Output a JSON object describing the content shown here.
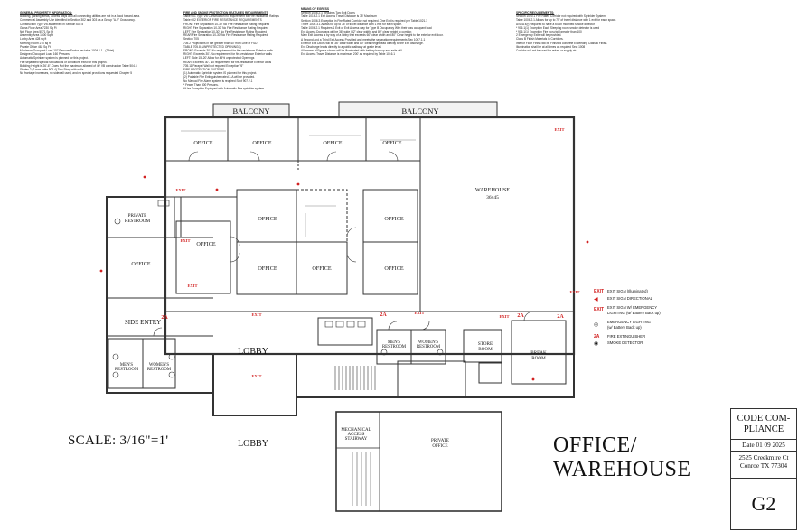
{
  "notes": {
    "general": {
      "heading": "GENERAL PROPERTY INFORMATION:",
      "lines": [
        "Building, parking areas, access ways and all connecting utilities are not in a flood hazard area.",
        "Commercial Assembly Use identified in Section 302 and 303 as a Group \"A-2\" Occupancy.",
        "Construction Type VB as defined in Section 602.5",
        "Gross Floor Area 7230 Sq Ft",
        "Net Floor Area 5571 Sq Ft",
        "Assembly Area 1600 SqFt",
        "Lobby Area 428 sq ft",
        "Meeting Room 270 sq ft",
        "Private Office 462 Sq Ft",
        "Maximum Occupant Load 107 Persons Factor per table 1004.1.1 - (7 Net)",
        "Designed Occupant Load 160 Persons",
        "Automatic Sprinkler system is planned for this project.",
        "Fire separated special stipulations or conditions exist for this project.",
        "Building Height is 26'-6\". Does Not the maximum allowed of 40' VB construction Table 504.3",
        "Stories 2 (2 max table 504.4) Two Story with walls.",
        "No frontage increases, no sidewall used, and no special provisions requested Chapter 5"
      ]
    },
    "fire": {
      "heading": "FIRE AND SMOKE PROTECTION FEATURES REQUIREMENTS",
      "lines": [
        "Table 601 Type VB Construction no requirement for Fire resistance Ratings",
        "Table 602 EXTERIOR FIRE RESISTANCE REQUIREMENTS",
        "FRONT     Fire Separation 10-30' No Fire Resistance Rating Required",
        "RIGHT     Fire Separation 10-30' No Fire Resistance Rating Required",
        "LEFT      Fire Separation 10-30' No Fire Resistance Rating Required",
        "REAR      Fire Separation 10-30' No Fire Resistance Rating Required",
        "Section 705",
        "705.2 Projections in the greater than 40' from Line of FSD",
        "TABLE 705.8 (UNPROTECTED OPENINGS)",
        "FRONT: Exceeds 30'- No requirement for fire-resistance Exterior walls",
        "RIGHT: Exceeds 30'- No requirement for fire-resistance Exterior walls",
        "LEFT: Side 15'-20' Allow for 45% unprotected Openings",
        "REAR: Exceeds 30'- No requirement for fire-resistance Exterior walls",
        "705.11 Parapet Wall not required Exception \"6\"",
        "",
        "FIRE PROTECTION SYSTEMS",
        "(1) Automatic Sprinkler system IS planned for this project.",
        "(2) Portable Fire Extinguisher rated 2-A will be provided.",
        "No Manual Fire Alarm system is required Sect 907.2.1",
        "* Fewer Than 300 Persons.",
        "**Use Exception Equipped with Automatic Fire sprinkler system"
      ]
    },
    "egress": {
      "heading": "MEANS OF EGRESS",
      "lines": [
        "Section 1006.2.1 Requires Two Exit Doors",
        "Table 1016.2.1 Exit Access Travel Distance is 75' Maximum",
        "Section 1006.3 Exception in Fire Rated Corridor not required. One Exit is required per Table 1021.1",
        "There 1005.3.1 Allows for up to 75' of travel distance with 1 exit for each space.",
        "Table 1006.2.1 Requires 1 Exit or Exit Access way for Type B Occupancy With their loss occupant load",
        "Exit Access Doorways will be 36\" wide (32\" clear width) and 80\" clear height to corridor.",
        "Main Exit Access is by way of a lobby that exceeds 60\" clear width and 80\" Clear height to the exterior exit door.",
        "A Second and a Third Exit Access Provided and meets the separation requirements Sec 1007.1.1",
        "Exterior Exit Doors will be 36\" clear width and 80\" clear height lead directly to the Exit discharge.",
        "Exit Discharge leads directly to a public walkway at grade level.",
        "All means of Egress shown will be illuminated with battery backup and exits will.",
        "Exit Access Travel Distance is maximum 200' as required by Table 1016.1"
      ]
    },
    "specific": {
      "heading": "SPECIFIC REQUIREMENTS:",
      "lines": [
        "Section 1020.1 Fire Rated Corridor not required with Sprinkler System",
        "Table 1006.2.1 Allows for up to 75' of travel distance with 1 exit for each space.",
        "A/STA 4(f) Required to have a touch mounted smoke detector",
        "* 906.1(1) Exception Each Sleeping room smoke detector is used",
        "* 906.1(1) Exception Fire non-rigid greater than 100",
        "2 Emergency Exits will be provided.",
        "Class B Finish Materials in Corridors.",
        "Interior Floor Finish will be Finished concrete Exceeding Class B Finish.",
        "Illumination shall be at all times as required Sect 1008",
        "Corridor will not be used for return or supply air."
      ]
    }
  },
  "plan": {
    "balcony_left": "BALCONY",
    "balcony_right": "BALCONY",
    "office_labels": [
      "OFFICE",
      "OFFICE",
      "OFFICE",
      "OFFICE",
      "OFFICE",
      "OFFICE",
      "OFFICE",
      "OFFICE",
      "OFFICE",
      "OFFICE",
      "OFFICE"
    ],
    "private_restroom": [
      "PRIVATE",
      "RESTROOM"
    ],
    "warehouse": [
      "WAREHOUSE",
      "36x45"
    ],
    "side_entry": "SIDE ENTRY",
    "lobby": "LOBBY",
    "mens_restroom_left": [
      "MEN'S",
      "RESTROOM"
    ],
    "womens_restroom_left": [
      "WOMEN'S",
      "RESTROOM"
    ],
    "mens_restroom_right": [
      "MEN'S",
      "RESTROOM"
    ],
    "womens_restroom_right": [
      "WOMEN'S",
      "RESTROOM"
    ],
    "store_room": [
      "STORE",
      "ROOM"
    ],
    "break_room": [
      "BREAK",
      "ROOM"
    ],
    "exit_tag": "EXIT",
    "extinguisher_tag": "2A"
  },
  "mezzanine": {
    "lobby": "LOBBY",
    "mechanical": [
      "MECHANICAL",
      "ACCESS",
      "STAIRWAY"
    ],
    "private_office": [
      "PRIVATE",
      "OFFICE"
    ]
  },
  "legend": {
    "items": [
      "EXIT SIGN (Illuminated)",
      "EXIT SIGN DIRECTIONAL",
      "EXIT SIGN W/ EMERGENCY",
      "LIGHTING (w/ Battery Back up)",
      "EMERGENCY LIGHTING",
      "(w/ Battery Back up)",
      "FIRE EXTINGUISHER",
      "SMOKE DETECTOR"
    ]
  },
  "scale": "SCALE: 3/16\"=1'",
  "title": [
    "OFFICE/",
    "WAREHOUSE"
  ],
  "title_block": {
    "heading": [
      "CODE COM-",
      "PLIANCE"
    ],
    "date": "Date 01 09 2025",
    "address": [
      "2525 Creekmire Ct",
      "Conroe TX 77304"
    ],
    "sheet": "G2"
  },
  "colors": {
    "ink": "#222222",
    "exit_red": "#d22222",
    "wall": "#333333"
  }
}
